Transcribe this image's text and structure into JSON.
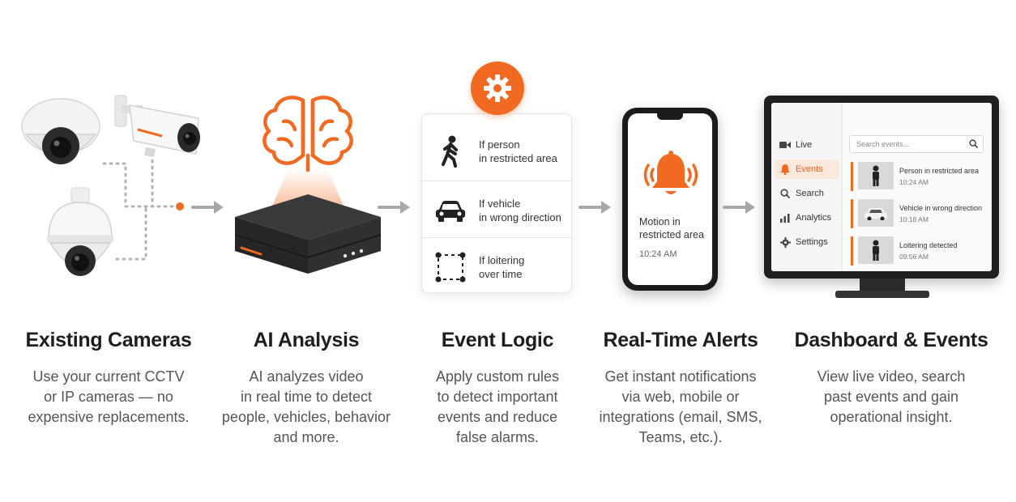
{
  "colors": {
    "accent": "#f26a21",
    "dark": "#1f1f1f",
    "title": "#1e1e1e",
    "desc": "#555555",
    "arrow": "#a8a8a8"
  },
  "steps": [
    {
      "title": "Existing Cameras",
      "desc_lines": [
        "Use your current CCTV",
        "or IP cameras — no",
        "expensive replacements."
      ]
    },
    {
      "title": "AI Analysis",
      "desc_lines": [
        "AI analyzes video",
        "in real time to detect",
        "people, vehicles, behavior",
        "and more."
      ]
    },
    {
      "title": "Event Logic",
      "desc_lines": [
        "Apply custom rules",
        "to detect important",
        "events and reduce",
        "false alarms."
      ]
    },
    {
      "title": "Real-Time Alerts",
      "desc_lines": [
        "Get instant notifications",
        "via web, mobile or",
        "integrations (email, SMS,",
        "Teams, etc.)."
      ]
    },
    {
      "title": "Dashboard & Events",
      "desc_lines": [
        "View live video, search",
        "past events and gain",
        "operational insight."
      ]
    }
  ],
  "rules": [
    {
      "icon": "person-walking-icon",
      "line1": "If person",
      "line2": "in restricted area"
    },
    {
      "icon": "car-icon",
      "line1": "If vehicle",
      "line2": "in wrong direction"
    },
    {
      "icon": "loiter-zone-icon",
      "line1": "If loitering",
      "line2": "over time"
    }
  ],
  "phone_alert": {
    "line1": "Motion in",
    "line2": "restricted area",
    "time": "10:24 AM"
  },
  "dashboard": {
    "nav": [
      {
        "icon": "video-icon",
        "label": "Live",
        "active": false
      },
      {
        "icon": "bell-icon",
        "label": "Events",
        "active": true
      },
      {
        "icon": "search-icon",
        "label": "Search",
        "active": false
      },
      {
        "icon": "analytics-icon",
        "label": "Analytics",
        "active": false
      },
      {
        "icon": "gear-icon",
        "label": "Settings",
        "active": false
      }
    ],
    "search_placeholder": "Search events...",
    "events": [
      {
        "title": "Person in restricted area",
        "time": "10:24 AM"
      },
      {
        "title": "Vehicle in wrong direction",
        "time": "10:18 AM"
      },
      {
        "title": "Loitering detected",
        "time": "09:56 AM"
      }
    ]
  }
}
